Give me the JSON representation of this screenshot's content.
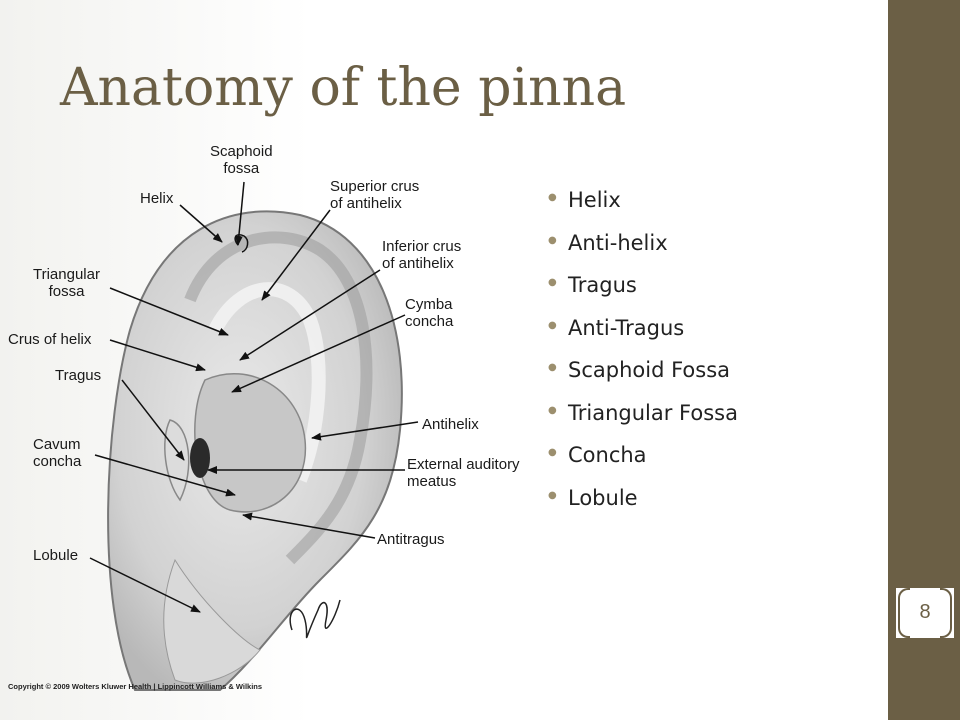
{
  "slide": {
    "title": "Anatomy of the pinna",
    "page_number": "8"
  },
  "diagram": {
    "labels": {
      "scaphoid_fossa": "Scaphoid\nfossa",
      "helix": "Helix",
      "superior_crus": "Superior crus\nof antihelix",
      "inferior_crus": "Inferior crus\nof antihelix",
      "triangular_fossa": "Triangular\nfossa",
      "cymba_concha": "Cymba\nconcha",
      "crus_of_helix": "Crus of helix",
      "tragus": "Tragus",
      "antihelix": "Antihelix",
      "cavum_concha": "Cavum\nconcha",
      "external_auditory_meatus": "External auditory\nmeatus",
      "antitragus": "Antitragus",
      "lobule": "Lobule"
    },
    "copyright": "Copyright © 2009 Wolters Kluwer Health | Lippincott Williams & Wilkins"
  },
  "bullets": [
    "Helix",
    "Anti-helix",
    "Tragus",
    "Anti-Tragus",
    "Scaphoid Fossa",
    "Triangular Fossa",
    "Concha",
    "Lobule"
  ],
  "colors": {
    "accent": "#6b5f45",
    "bullet": "#9c8f6e"
  }
}
